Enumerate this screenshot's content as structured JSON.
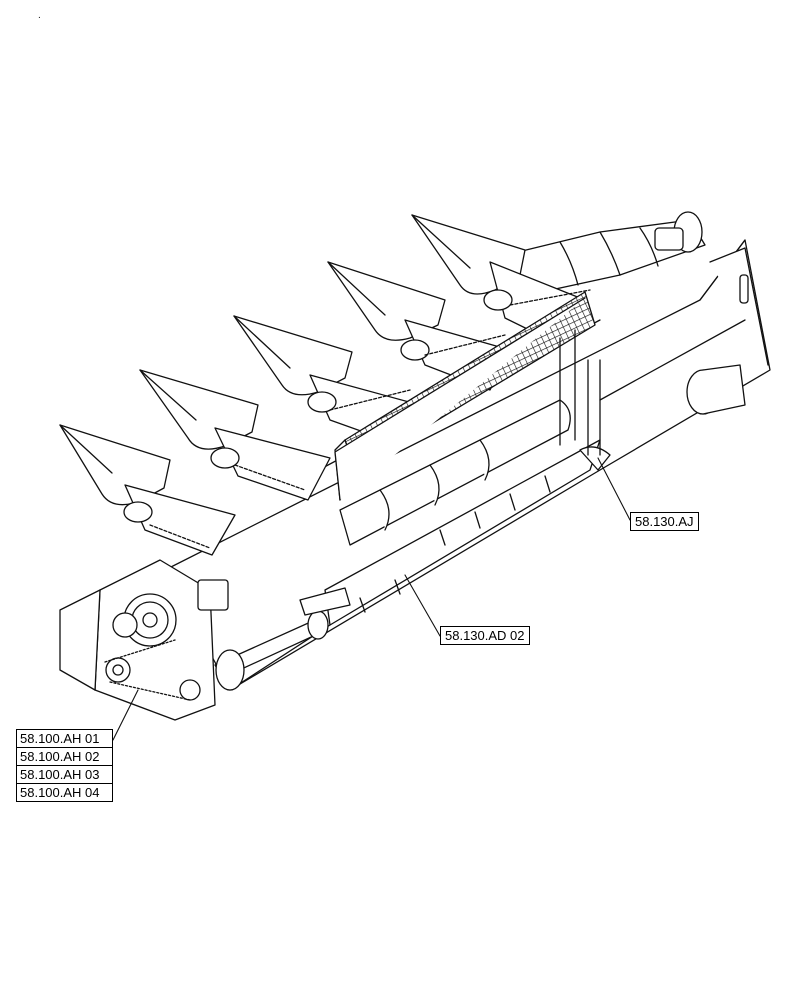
{
  "callouts": [
    {
      "label": "58.130.AJ",
      "ref": "ref-58-130-aj"
    },
    {
      "label": "58.130.AD 02",
      "ref": "ref-58-130-ad-02"
    }
  ],
  "stack": {
    "labels": [
      "58.100.AH 01",
      "58.100.AH 02",
      "58.100.AH 03",
      "58.100.AH 04"
    ]
  }
}
